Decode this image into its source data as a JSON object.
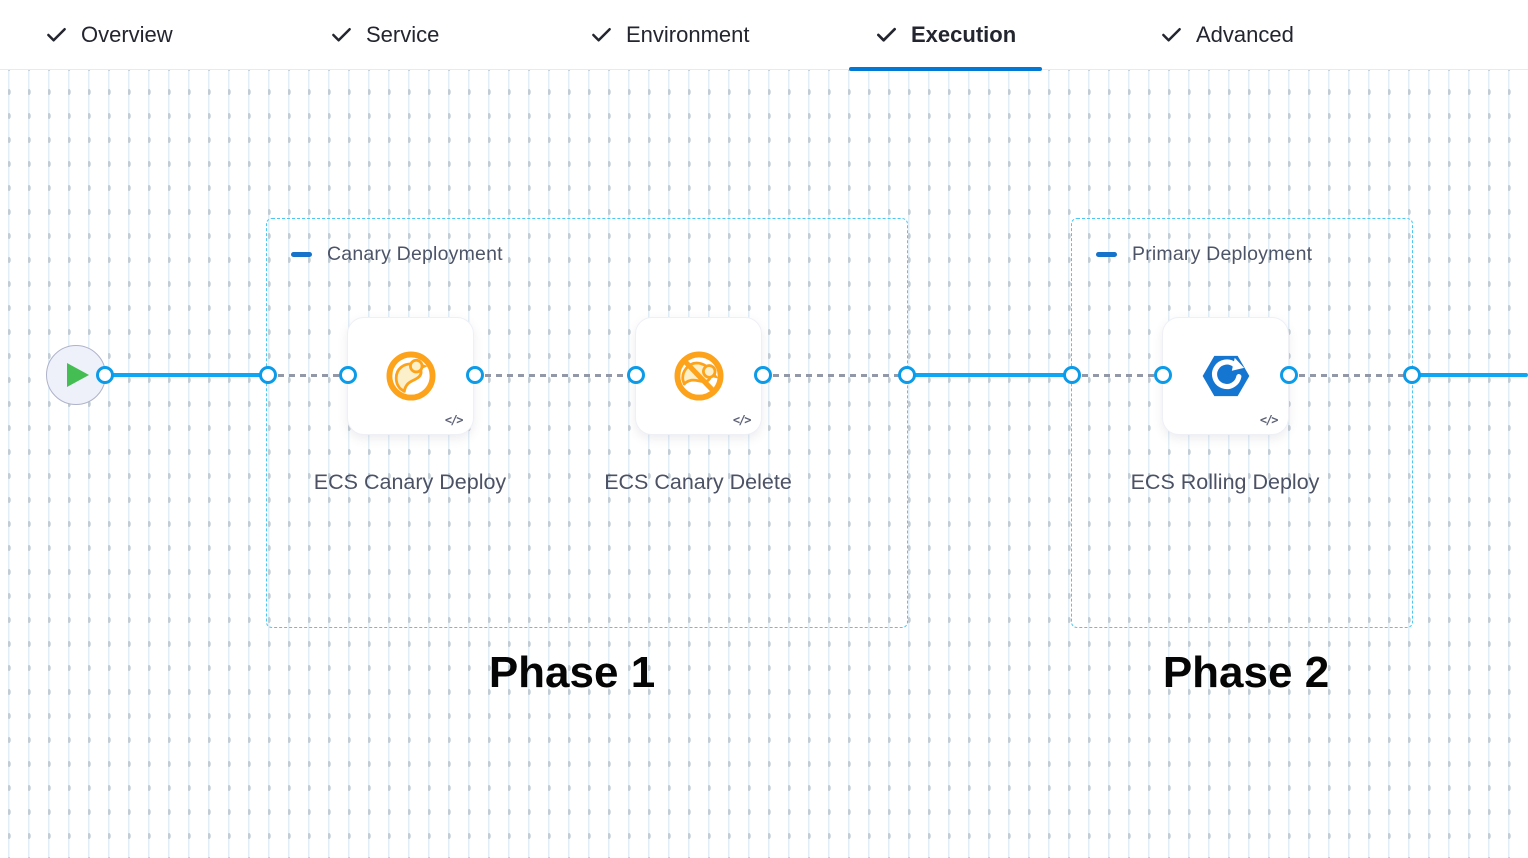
{
  "tab_bar": {
    "tabs": [
      {
        "label": "Overview",
        "state": "complete"
      },
      {
        "label": "Service",
        "state": "complete"
      },
      {
        "label": "Environment",
        "state": "complete"
      },
      {
        "label": "Execution",
        "state": "active"
      },
      {
        "label": "Advanced",
        "state": "complete"
      }
    ],
    "active_tab": "Execution"
  },
  "pipeline": {
    "start_node": {
      "icon": "play-icon"
    },
    "groups": [
      {
        "title": "Canary Deployment",
        "phase_label": "Phase 1",
        "steps": [
          {
            "name": "ECS Canary Deploy",
            "icon": "canary-deploy-icon",
            "badge": "</>"
          },
          {
            "name": "ECS Canary Delete",
            "icon": "canary-delete-icon",
            "badge": "</>"
          }
        ]
      },
      {
        "title": "Primary Deployment",
        "phase_label": "Phase 2",
        "steps": [
          {
            "name": "ECS Rolling Deploy",
            "icon": "ecs-rolling-deploy-icon",
            "badge": "</>"
          }
        ]
      }
    ]
  },
  "colors": {
    "accent_blue": "#0278d5",
    "connector_solid": "#0fa6f3",
    "connector_dashed": "#9298a8",
    "port_blue": "#0c9be8",
    "group_border": "#49c8f3",
    "canary_orange": "#fda31b",
    "canary_fill": "#fcf0cb",
    "ecs_blue": "#1576d2",
    "play_green": "#44be52",
    "grid_line": "#e1eef8"
  }
}
